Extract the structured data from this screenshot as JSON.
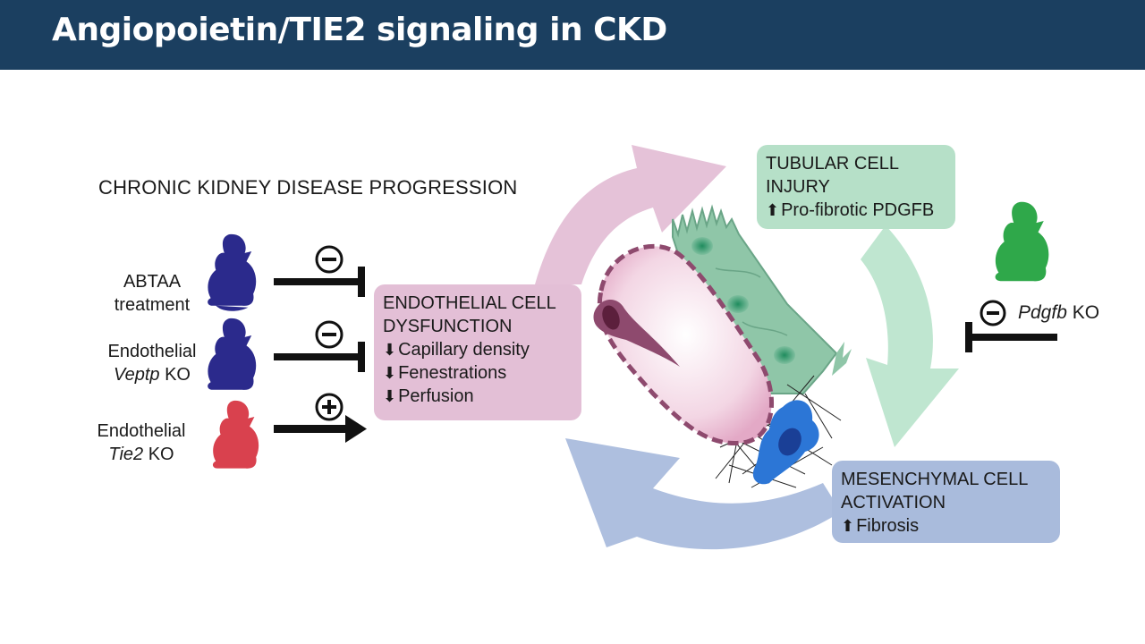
{
  "header": {
    "title": "Angiopoietin/TIE2 signaling in CKD"
  },
  "diagram": {
    "title": "CHRONIC KIDNEY DISEASE PROGRESSION",
    "conditions": [
      {
        "line1": "ABTAA",
        "line2": "treatment",
        "italic": "",
        "suffix": "",
        "effect": "−",
        "effect_type": "inhibit",
        "mouse_color": "#2b2a8c"
      },
      {
        "line1": "Endothelial",
        "line2": "",
        "italic": "Veptp",
        "suffix": " KO",
        "effect": "−",
        "effect_type": "inhibit",
        "mouse_color": "#2b2a8c"
      },
      {
        "line1": "Endothelial",
        "line2": "",
        "italic": "Tie2",
        "suffix": " KO",
        "effect": "+",
        "effect_type": "activate",
        "mouse_color": "#d9414e"
      }
    ],
    "endothelial_box": {
      "title_line1": "ENDOTHELIAL CELL",
      "title_line2": "DYSFUNCTION",
      "items": [
        "Capillary density",
        "Fenestrations",
        "Perfusion"
      ],
      "color": "#e3bfd6"
    },
    "tubular_box": {
      "title_line1": "TUBULAR CELL",
      "title_line2": "INJURY",
      "items": [
        "Pro-fibrotic PDGFB"
      ],
      "color": "#b6e0c8"
    },
    "mesenchymal_box": {
      "title_line1": "MESENCHYMAL CELL",
      "title_line2": "ACTIVATION",
      "items": [
        "Fibrosis"
      ],
      "color": "#a9bbdc"
    },
    "pdgfb": {
      "italic": "Pdgfb",
      "suffix": " KO",
      "effect": "−",
      "mouse_color": "#2fa84a"
    }
  }
}
